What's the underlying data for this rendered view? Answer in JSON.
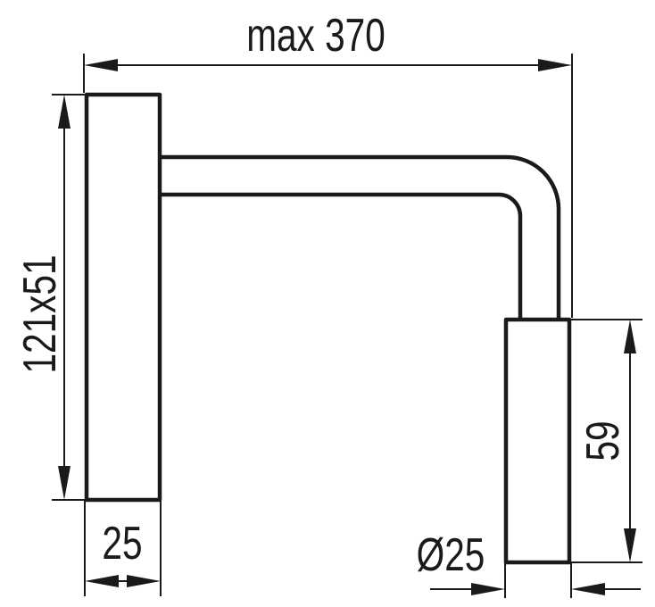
{
  "dimensions": {
    "overall_width": "max 370",
    "base_size": "121x51",
    "base_width": "25",
    "head_height": "59",
    "head_diameter": "Ø25"
  }
}
